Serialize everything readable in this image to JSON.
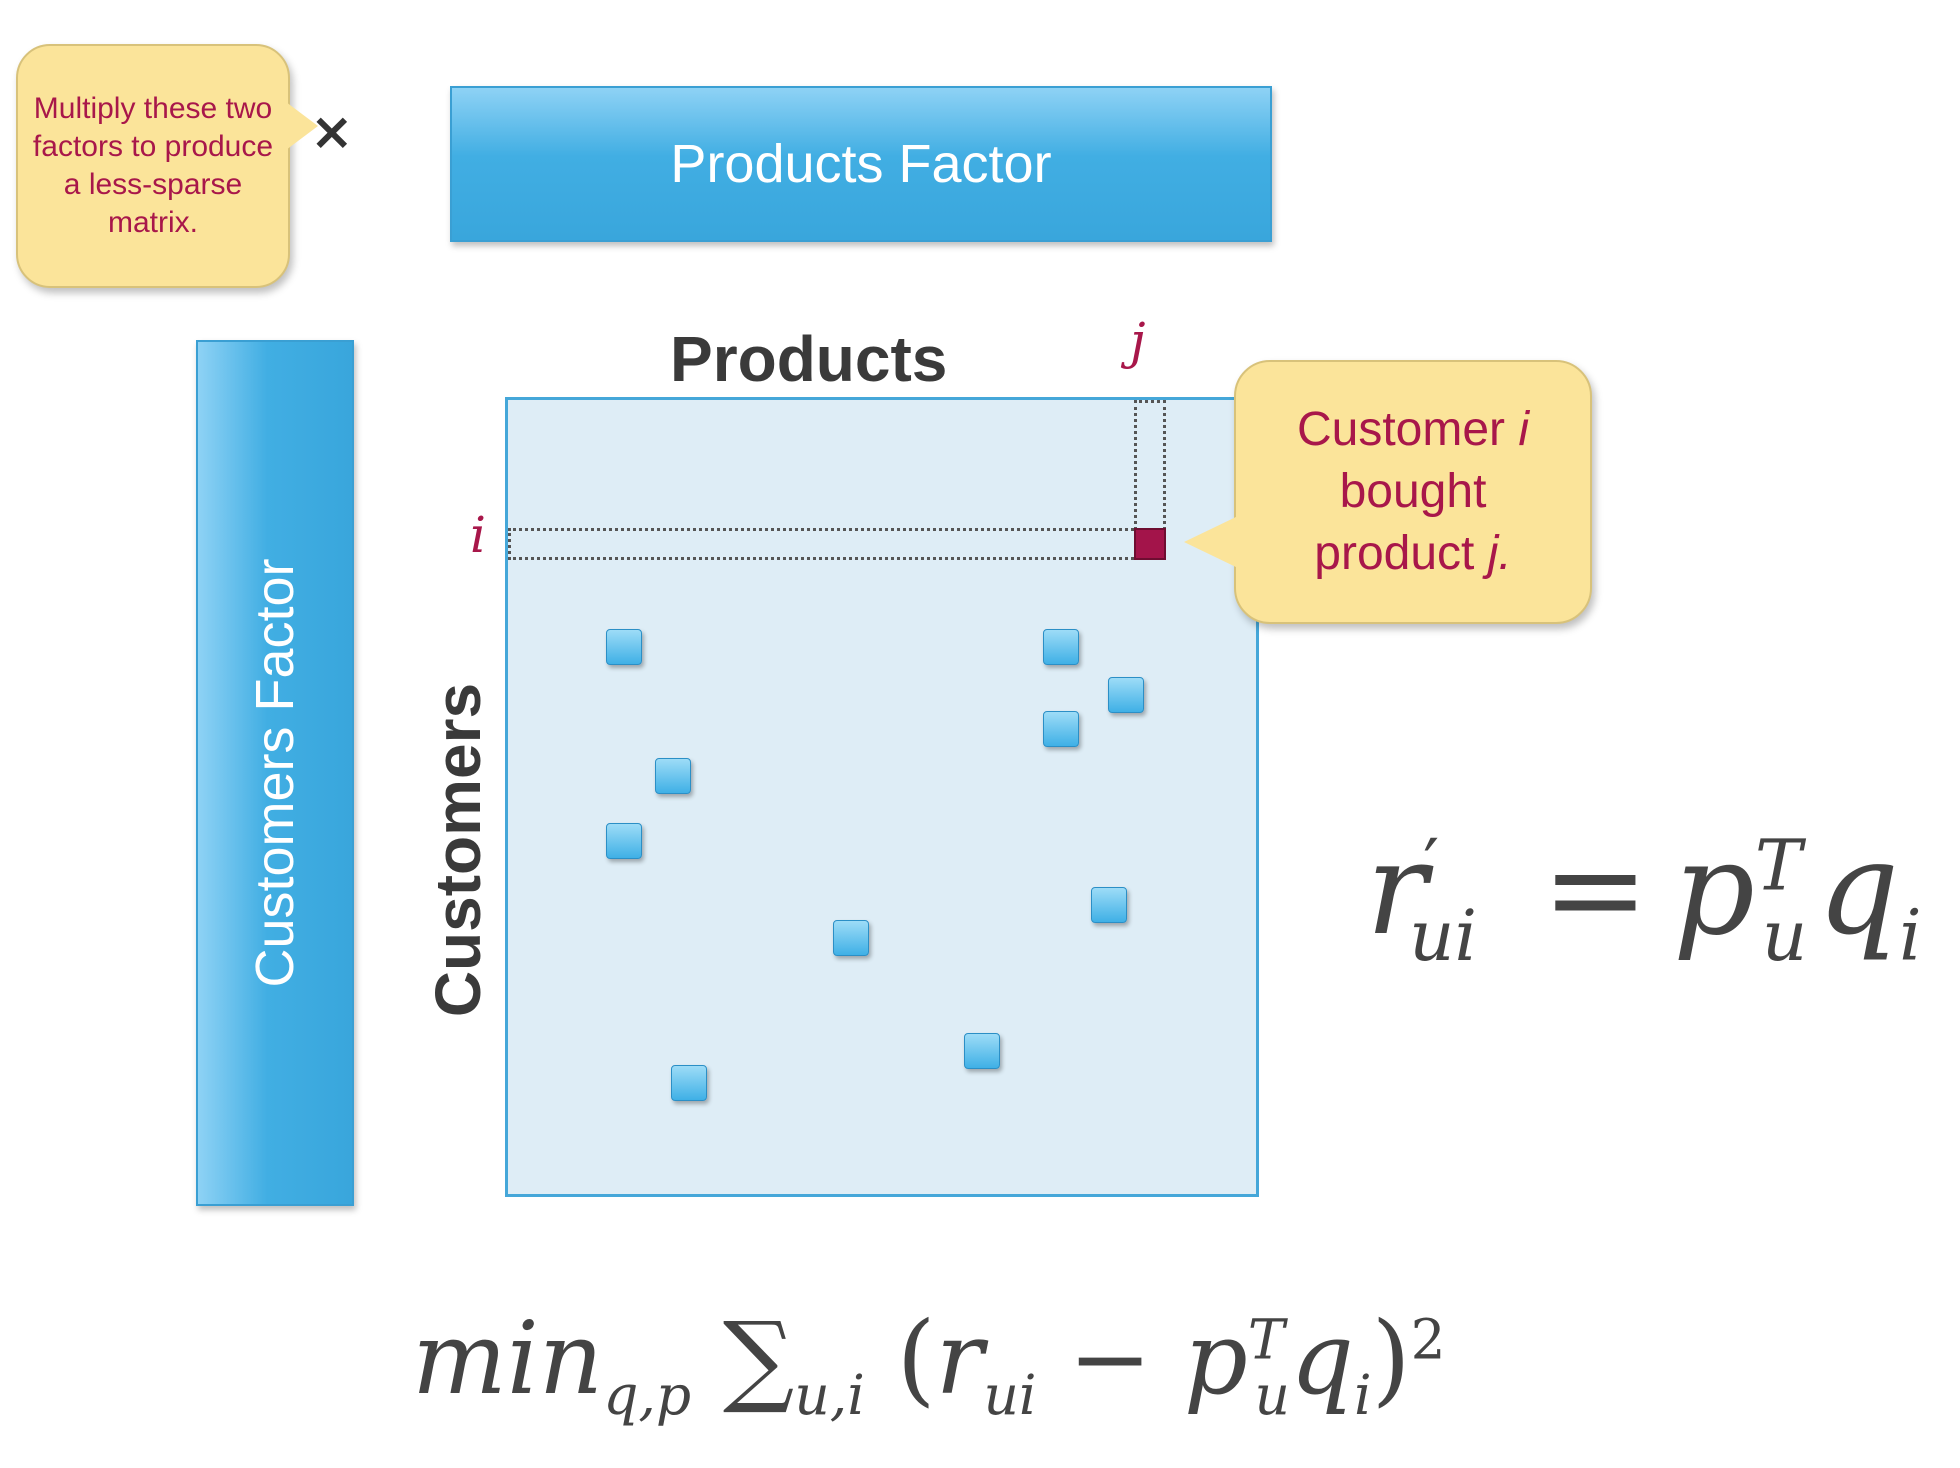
{
  "note": {
    "text": "Multiply these two factors to produce a less-sparse matrix."
  },
  "operator": "×",
  "products_factor": {
    "label": "Products Factor"
  },
  "customers_factor": {
    "label": "Customers Factor"
  },
  "matrix": {
    "column_label": "Products",
    "row_label": "Customers",
    "row_index": "i",
    "column_index": "j"
  },
  "callout": {
    "line1": "Customer ",
    "line1_var": "i",
    "line2": "bought",
    "line3": "product ",
    "line3_var": "j."
  },
  "equations": {
    "prediction": {
      "r": "r",
      "prime": "′",
      "sub_ui": "ui",
      "eq": "=",
      "p": "p",
      "sup_T": "T",
      "sub_u": "u",
      "q": "q",
      "sub_i": "i"
    },
    "loss": {
      "min": "min",
      "sub_qp": "q,p",
      "sum": "∑",
      "sub_ui": "u,i",
      "lp": "(",
      "r": "r",
      "sub_r": "ui",
      "minus": "−",
      "p": "p",
      "sup_T": "T",
      "sub_u": "u",
      "q": "q",
      "sub_i": "i",
      "rp": ")",
      "sup_2": "2"
    }
  },
  "colors": {
    "factor": "#41aee3",
    "matrix_bg": "#deedf6",
    "highlight": "#a3144a",
    "callout_bg": "#fbe49a",
    "callout_text": "#a8174a"
  }
}
